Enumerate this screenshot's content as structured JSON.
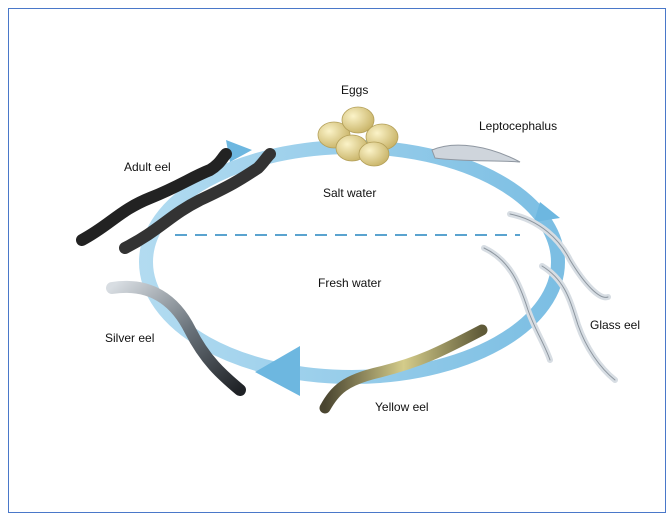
{
  "labels": {
    "eggs": "Eggs",
    "leptocephalus": "Leptocephalus",
    "adult_eel": "Adult eel",
    "salt_water": "Salt water",
    "fresh_water": "Fresh water",
    "glass_eel": "Glass eel",
    "silver_eel": "Silver eel",
    "yellow_eel": "Yellow eel"
  },
  "colors": {
    "cycle_arrow": "#7fc3e6",
    "frame_border": "#4a78c9",
    "divider": "#5aa3cf",
    "egg": "#e6d58e",
    "adult_eel": "#2a2a2a",
    "silver_eel": "#8e99a3",
    "yellow_eel": "#9c9660",
    "glass_eel": "#e6eaee",
    "leptocephalus": "#c9ced6"
  }
}
